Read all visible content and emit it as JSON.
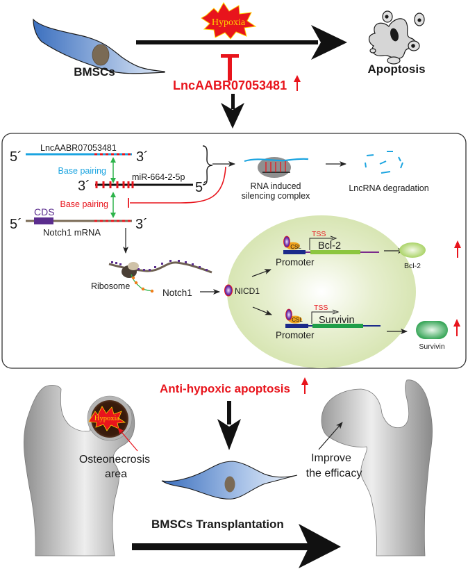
{
  "colors": {
    "accent_red": "#e8141c",
    "lnc_blue": "#1ba4e0",
    "green_pair": "#2db34a",
    "cds_purple": "#5b2d8e",
    "nucleus_green": "#dfeac0",
    "bcl2_green": "#8cc63f",
    "survivin_green": "#1f9e48",
    "promoter_blue": "#1b2a8a",
    "cell_blue": "#4a7fc4",
    "hypoxia_yellow": "#ffd400"
  },
  "top": {
    "hypoxia_label": "Hypoxia",
    "source_label": "BMSCs",
    "target_label": "Apoptosis",
    "regulator_label": "LncAABR07053481",
    "regulator_trend": "up"
  },
  "mechanism": {
    "lnc": {
      "name": "LncAABR07053481",
      "five": "5´",
      "three": "3´"
    },
    "mirna": {
      "name": "miR-664-2-5p",
      "five": "5´",
      "three": "3´"
    },
    "mrna": {
      "name": "Notch1 mRNA",
      "cds": "CDS",
      "five": "5´",
      "three": "3´"
    },
    "pairing_top": "Base pairing",
    "pairing_bottom": "Base pairing",
    "risc_label_line1": "RNA induced",
    "risc_label_line2": "silencing complex",
    "degradation_label": "LncRNA degradation",
    "ribosome_label": "Ribosome",
    "protein_label": "Notch1",
    "nicd_label": "NICD1",
    "genes": [
      {
        "csl": "CSL",
        "tss": "TSS",
        "gene": "Bcl-2",
        "promoter": "Promoter",
        "product": "Bcl-2",
        "trend": "up"
      },
      {
        "csl": "CSL",
        "tss": "TSS",
        "gene": "Survivin",
        "promoter": "Promoter",
        "product": "Survivin",
        "trend": "up"
      }
    ]
  },
  "bottom": {
    "effect_label": "Anti-hypoxic apoptosis",
    "effect_trend": "up",
    "hypoxia_label": "Hypoxia",
    "necrosis_line1": "Osteonecrosis",
    "necrosis_line2": "area",
    "improve_line1": "Improve",
    "improve_line2": "the efficacy",
    "transplant_label": "BMSCs Transplantation"
  }
}
